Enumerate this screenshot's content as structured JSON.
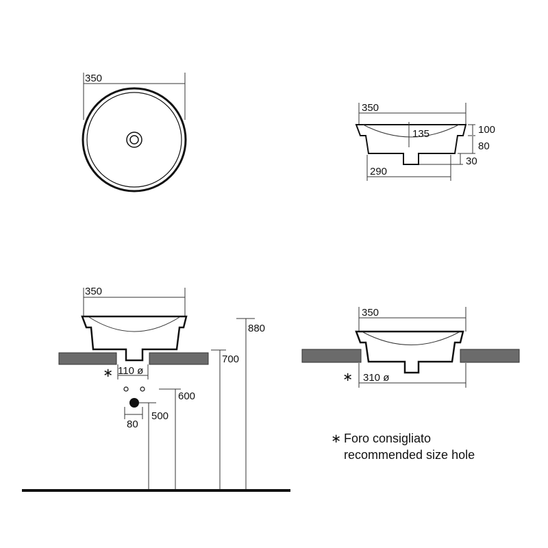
{
  "colors": {
    "line": "#111111",
    "slab": "#6b6b6b",
    "background": "#ffffff"
  },
  "top_view": {
    "width_label": "350"
  },
  "section_view": {
    "width_label": "350",
    "inner_depth_label": "135",
    "height_label": "100",
    "lower_height_label": "80",
    "waste_label": "30",
    "base_width_label": "290"
  },
  "install_left": {
    "width_label": "350",
    "hole_label": "110 ø",
    "hole_marker": "∗",
    "drain_spacing_label": "80",
    "drain_height_label": "500",
    "water_height_label": "600",
    "counter_height_label": "700",
    "top_height_label": "880"
  },
  "install_right": {
    "width_label": "350",
    "hole_label": "310 ø",
    "hole_marker": "∗"
  },
  "legend": {
    "marker": "∗",
    "line1": "Foro consigliato",
    "line2": "recommended size hole"
  }
}
